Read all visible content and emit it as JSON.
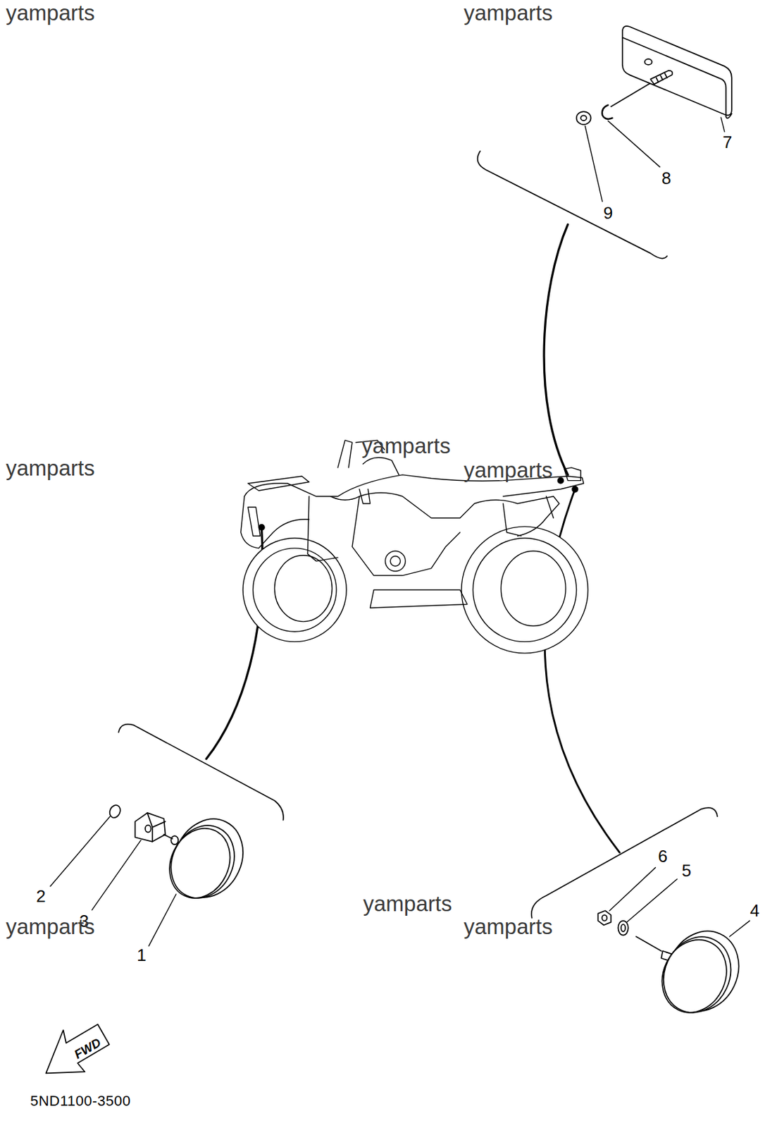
{
  "diagram": {
    "labels": [
      "yamparts",
      "yamparts",
      "7",
      "8",
      "9",
      "yamparts",
      "yamparts",
      "yamparts",
      "6",
      "5",
      "2",
      "yamparts",
      "4",
      "3",
      "yamparts",
      "yamparts",
      "1",
      "FWD",
      "5ND1100-3500"
    ]
  }
}
